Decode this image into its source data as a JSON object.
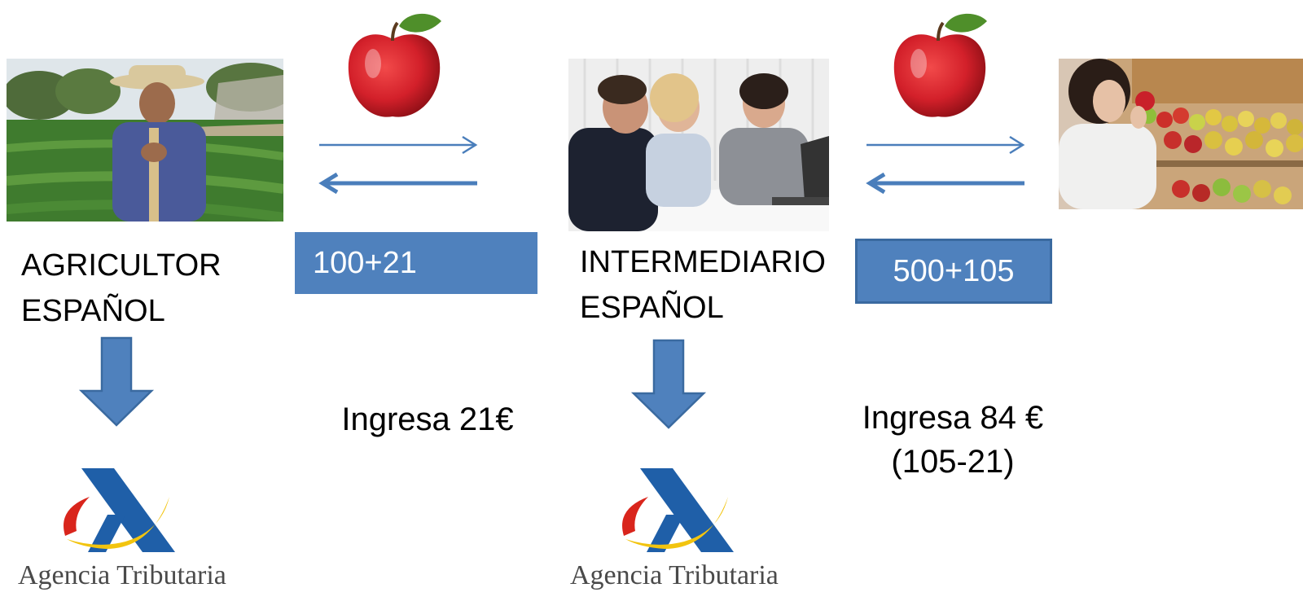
{
  "nodes": {
    "farmer": {
      "label_line1": "AGRICULTOR",
      "label_line2": "ESPAÑOL"
    },
    "intermediary": {
      "label_line1": "INTERMEDIARIO",
      "label_line2": "ESPAÑOL"
    }
  },
  "payments": {
    "first": "100+21",
    "second": "500+105"
  },
  "notes": {
    "first_line1": "Ingresa 21€",
    "second_line1": "Ingresa 84 €",
    "second_line2": "(105-21)"
  },
  "agency": {
    "name": "Agencia Tributaria"
  },
  "colors": {
    "accent": "#4f81bd",
    "arrow_thin": "#4a7ebb",
    "agency_blue": "#1f5fa8",
    "agency_yellow": "#f2c40f",
    "agency_red": "#d9251c",
    "apple_red": "#d3202a"
  }
}
